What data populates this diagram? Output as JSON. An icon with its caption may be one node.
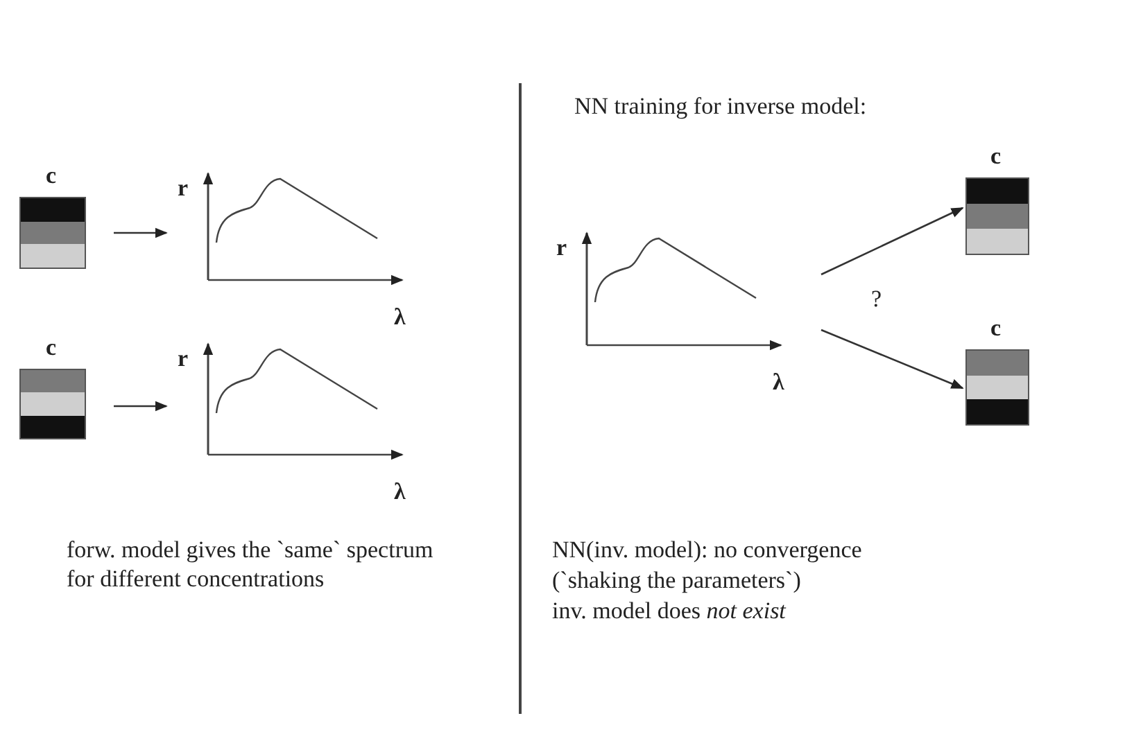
{
  "diagram": {
    "nodes": [
      {
        "text": [
          "c"
        ]
      },
      {
        "text": [
          "r",
          "λ"
        ]
      },
      {
        "text": [
          "c"
        ]
      },
      {
        "text": [
          "r",
          "λ"
        ]
      },
      {
        "text": [
          "r",
          "λ"
        ]
      },
      {
        "text": [
          "c"
        ]
      },
      {
        "text": [
          "c"
        ]
      }
    ],
    "edges": [
      {
        "from": 0,
        "to": 1,
        "arrow": "to"
      },
      {
        "from": 2,
        "to": 3,
        "arrow": "to"
      },
      {
        "from": 4,
        "to": 5,
        "arrow": "to"
      },
      {
        "from": 4,
        "to": 6,
        "arrow": "to"
      }
    ],
    "labels": [
      "NN training for inverse model:",
      "?",
      "forw. model gives the `same` spectrum for different concentrations",
      "NN(inv. model): no convergence",
      "(`shaking the parameters`)",
      "inv. model does *not exist*"
    ]
  }
}
